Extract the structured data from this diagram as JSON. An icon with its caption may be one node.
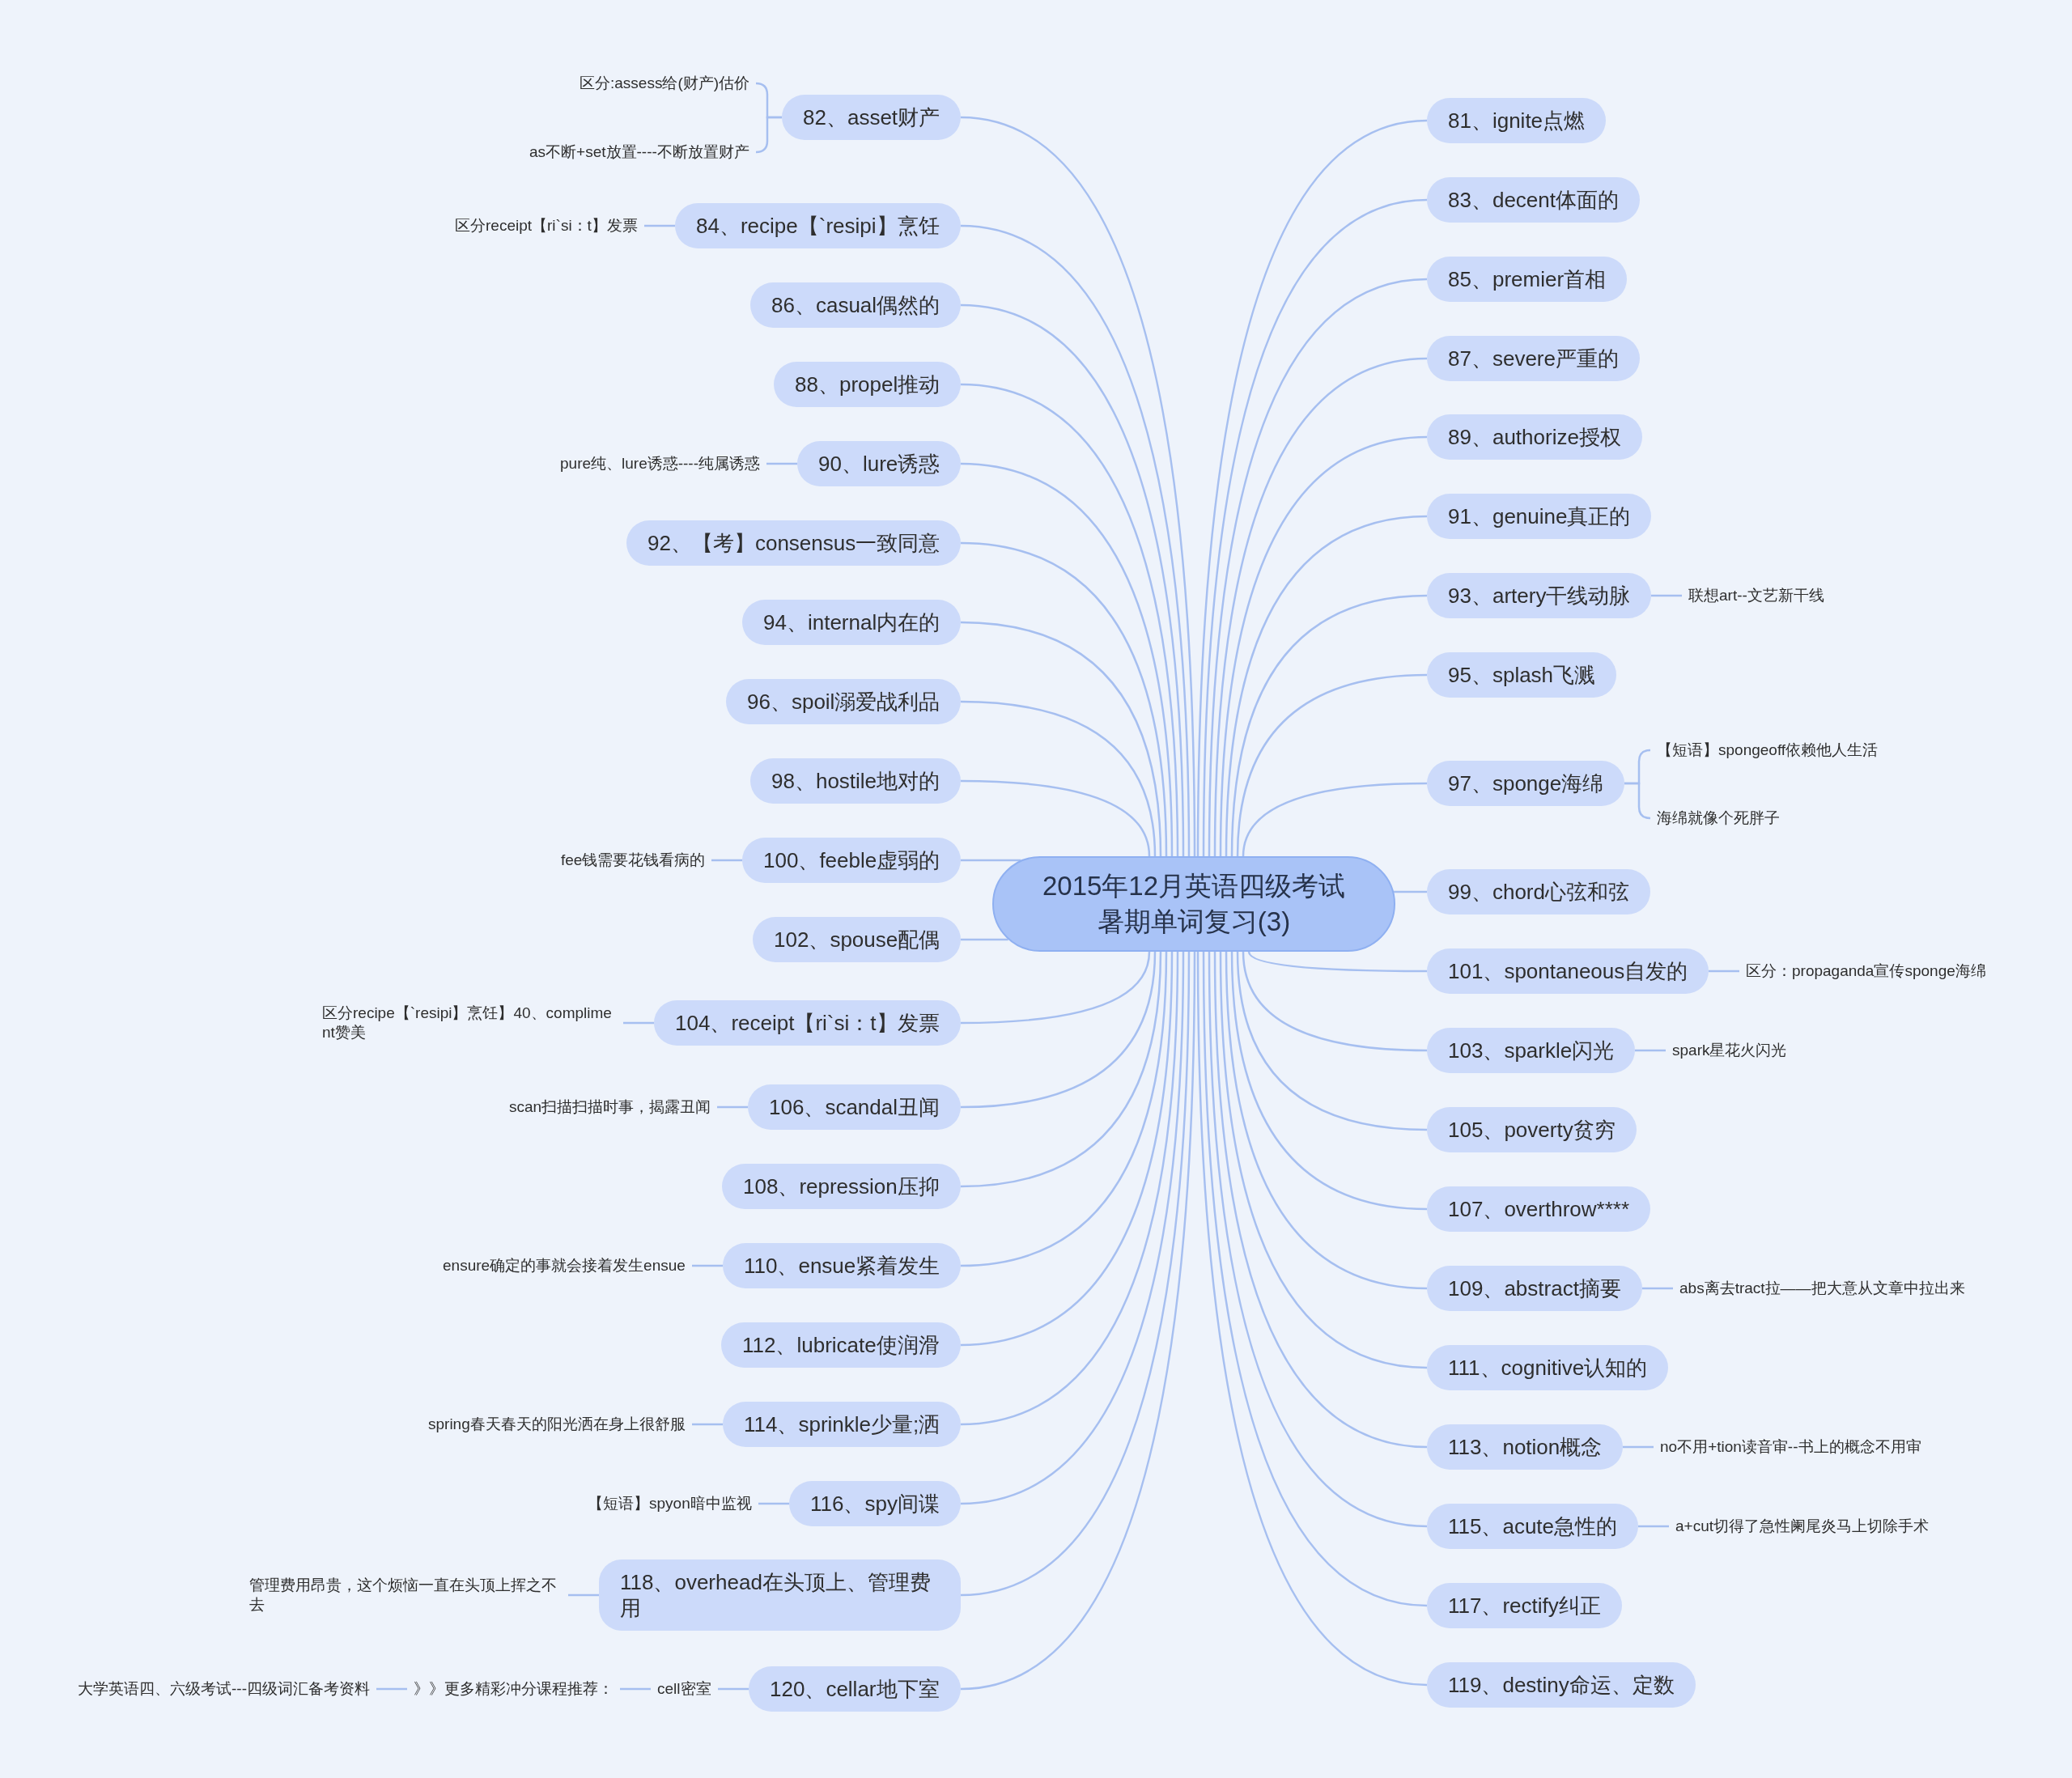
{
  "diagram": {
    "nodes": [
      {
        "text": [
          "2015年12月英语四级考试暑期单词复习(3)"
        ]
      },
      {
        "text": [
          "81、ignite点燃"
        ]
      },
      {
        "text": [
          "82、asset财产"
        ]
      },
      {
        "text": [
          "区分:assess给(财产)估价"
        ]
      },
      {
        "text": [
          "as不断+set放置----不断放置财产"
        ]
      },
      {
        "text": [
          "83、decent体面的"
        ]
      },
      {
        "text": [
          "84、recipe【`resipi】烹饪"
        ]
      },
      {
        "text": [
          "区分receipt【ri`si：t】发票"
        ]
      },
      {
        "text": [
          "85、premier首相"
        ]
      },
      {
        "text": [
          "86、casual偶然的"
        ]
      },
      {
        "text": [
          "87、severe严重的"
        ]
      },
      {
        "text": [
          "88、propel推动"
        ]
      },
      {
        "text": [
          "89、authorize授权"
        ]
      },
      {
        "text": [
          "90、lure诱惑"
        ]
      },
      {
        "text": [
          "pure纯、lure诱惑----纯属诱惑"
        ]
      },
      {
        "text": [
          "91、genuine真正的"
        ]
      },
      {
        "text": [
          "92、【考】consensus一致同意"
        ]
      },
      {
        "text": [
          "93、artery干线动脉"
        ]
      },
      {
        "text": [
          "联想art--文艺新干线"
        ]
      },
      {
        "text": [
          "94、internal内在的"
        ]
      },
      {
        "text": [
          "95、splash飞溅"
        ]
      },
      {
        "text": [
          "96、spoil溺爱战利品"
        ]
      },
      {
        "text": [
          "97、sponge海绵"
        ]
      },
      {
        "text": [
          "【短语】spongeoff依赖他人生活"
        ]
      },
      {
        "text": [
          "海绵就像个死胖子"
        ]
      },
      {
        "text": [
          "98、hostile地对的"
        ]
      },
      {
        "text": [
          "99、chord心弦和弦"
        ]
      },
      {
        "text": [
          "100、feeble虚弱的"
        ]
      },
      {
        "text": [
          "fee钱需要花钱看病的"
        ]
      },
      {
        "text": [
          "101、spontaneous自发的"
        ]
      },
      {
        "text": [
          "区分：propaganda宣传sponge海绵"
        ]
      },
      {
        "text": [
          "102、spouse配偶"
        ]
      },
      {
        "text": [
          "103、sparkle闪光"
        ]
      },
      {
        "text": [
          "spark星花火闪光"
        ]
      },
      {
        "text": [
          "104、receipt【ri`si：t】发票"
        ]
      },
      {
        "text": [
          "区分recipe【`resipi】烹饪】40、compliment赞美"
        ]
      },
      {
        "text": [
          "105、poverty贫穷"
        ]
      },
      {
        "text": [
          "106、scandal丑闻"
        ]
      },
      {
        "text": [
          "scan扫描扫描时事，揭露丑闻"
        ]
      },
      {
        "text": [
          "107、overthrow****"
        ]
      },
      {
        "text": [
          "108、repression压抑"
        ]
      },
      {
        "text": [
          "109、abstract摘要"
        ]
      },
      {
        "text": [
          "abs离去tract拉——把大意从文章中拉出来"
        ]
      },
      {
        "text": [
          "110、ensue紧着发生"
        ]
      },
      {
        "text": [
          "ensure确定的事就会接着发生ensue"
        ]
      },
      {
        "text": [
          "111、cognitive认知的"
        ]
      },
      {
        "text": [
          "112、lubricate使润滑"
        ]
      },
      {
        "text": [
          "113、notion概念"
        ]
      },
      {
        "text": [
          "no不用+tion读音审--书上的概念不用审"
        ]
      },
      {
        "text": [
          "114、sprinkle少量;洒"
        ]
      },
      {
        "text": [
          "spring春天春天的阳光洒在身上很舒服"
        ]
      },
      {
        "text": [
          "115、acute急性的"
        ]
      },
      {
        "text": [
          "a+cut切得了急性阑尾炎马上切除手术"
        ]
      },
      {
        "text": [
          "116、spy间谍"
        ]
      },
      {
        "text": [
          "【短语】spyon暗中监视"
        ]
      },
      {
        "text": [
          "117、rectify纠正"
        ]
      },
      {
        "text": [
          "118、overhead在头顶上、管理费用"
        ]
      },
      {
        "text": [
          "管理费用昂贵，这个烦恼一直在头顶上挥之不去"
        ]
      },
      {
        "text": [
          "119、destiny命运、定数"
        ]
      },
      {
        "text": [
          "120、cellar地下室"
        ]
      },
      {
        "text": [
          "cell密室"
        ]
      },
      {
        "text": [
          "》》更多精彩冲分课程推荐："
        ]
      },
      {
        "text": [
          "大学英语四、六级考试---四级词汇备考资料"
        ]
      }
    ],
    "edges": [
      {
        "from": 0,
        "to": 1,
        "arrow": "none"
      },
      {
        "from": 0,
        "to": 2,
        "arrow": "none"
      },
      {
        "from": 2,
        "to": 3,
        "arrow": "none"
      },
      {
        "from": 2,
        "to": 4,
        "arrow": "none"
      },
      {
        "from": 0,
        "to": 5,
        "arrow": "none"
      },
      {
        "from": 0,
        "to": 6,
        "arrow": "none"
      },
      {
        "from": 6,
        "to": 7,
        "arrow": "none"
      },
      {
        "from": 0,
        "to": 8,
        "arrow": "none"
      },
      {
        "from": 0,
        "to": 9,
        "arrow": "none"
      },
      {
        "from": 0,
        "to": 10,
        "arrow": "none"
      },
      {
        "from": 0,
        "to": 11,
        "arrow": "none"
      },
      {
        "from": 0,
        "to": 12,
        "arrow": "none"
      },
      {
        "from": 0,
        "to": 13,
        "arrow": "none"
      },
      {
        "from": 13,
        "to": 14,
        "arrow": "none"
      },
      {
        "from": 0,
        "to": 15,
        "arrow": "none"
      },
      {
        "from": 0,
        "to": 16,
        "arrow": "none"
      },
      {
        "from": 0,
        "to": 17,
        "arrow": "none"
      },
      {
        "from": 17,
        "to": 18,
        "arrow": "none"
      },
      {
        "from": 0,
        "to": 19,
        "arrow": "none"
      },
      {
        "from": 0,
        "to": 20,
        "arrow": "none"
      },
      {
        "from": 0,
        "to": 21,
        "arrow": "none"
      },
      {
        "from": 0,
        "to": 22,
        "arrow": "none"
      },
      {
        "from": 22,
        "to": 23,
        "arrow": "none"
      },
      {
        "from": 22,
        "to": 24,
        "arrow": "none"
      },
      {
        "from": 0,
        "to": 25,
        "arrow": "none"
      },
      {
        "from": 0,
        "to": 26,
        "arrow": "none"
      },
      {
        "from": 0,
        "to": 27,
        "arrow": "none"
      },
      {
        "from": 27,
        "to": 28,
        "arrow": "none"
      },
      {
        "from": 0,
        "to": 29,
        "arrow": "none"
      },
      {
        "from": 29,
        "to": 30,
        "arrow": "none"
      },
      {
        "from": 0,
        "to": 31,
        "arrow": "none"
      },
      {
        "from": 0,
        "to": 32,
        "arrow": "none"
      },
      {
        "from": 32,
        "to": 33,
        "arrow": "none"
      },
      {
        "from": 0,
        "to": 34,
        "arrow": "none"
      },
      {
        "from": 34,
        "to": 35,
        "arrow": "none"
      },
      {
        "from": 0,
        "to": 36,
        "arrow": "none"
      },
      {
        "from": 0,
        "to": 37,
        "arrow": "none"
      },
      {
        "from": 37,
        "to": 38,
        "arrow": "none"
      },
      {
        "from": 0,
        "to": 39,
        "arrow": "none"
      },
      {
        "from": 0,
        "to": 40,
        "arrow": "none"
      },
      {
        "from": 0,
        "to": 41,
        "arrow": "none"
      },
      {
        "from": 41,
        "to": 42,
        "arrow": "none"
      },
      {
        "from": 0,
        "to": 43,
        "arrow": "none"
      },
      {
        "from": 43,
        "to": 44,
        "arrow": "none"
      },
      {
        "from": 0,
        "to": 45,
        "arrow": "none"
      },
      {
        "from": 0,
        "to": 46,
        "arrow": "none"
      },
      {
        "from": 0,
        "to": 47,
        "arrow": "none"
      },
      {
        "from": 47,
        "to": 48,
        "arrow": "none"
      },
      {
        "from": 0,
        "to": 49,
        "arrow": "none"
      },
      {
        "from": 49,
        "to": 50,
        "arrow": "none"
      },
      {
        "from": 0,
        "to": 51,
        "arrow": "none"
      },
      {
        "from": 51,
        "to": 52,
        "arrow": "none"
      },
      {
        "from": 0,
        "to": 53,
        "arrow": "none"
      },
      {
        "from": 53,
        "to": 54,
        "arrow": "none"
      },
      {
        "from": 0,
        "to": 55,
        "arrow": "none"
      },
      {
        "from": 0,
        "to": 56,
        "arrow": "none"
      },
      {
        "from": 56,
        "to": 57,
        "arrow": "none"
      },
      {
        "from": 0,
        "to": 58,
        "arrow": "none"
      },
      {
        "from": 0,
        "to": 59,
        "arrow": "none"
      },
      {
        "from": 59,
        "to": 60,
        "arrow": "none"
      },
      {
        "from": 60,
        "to": 61,
        "arrow": "none"
      },
      {
        "from": 61,
        "to": 62,
        "arrow": "none"
      }
    ]
  }
}
